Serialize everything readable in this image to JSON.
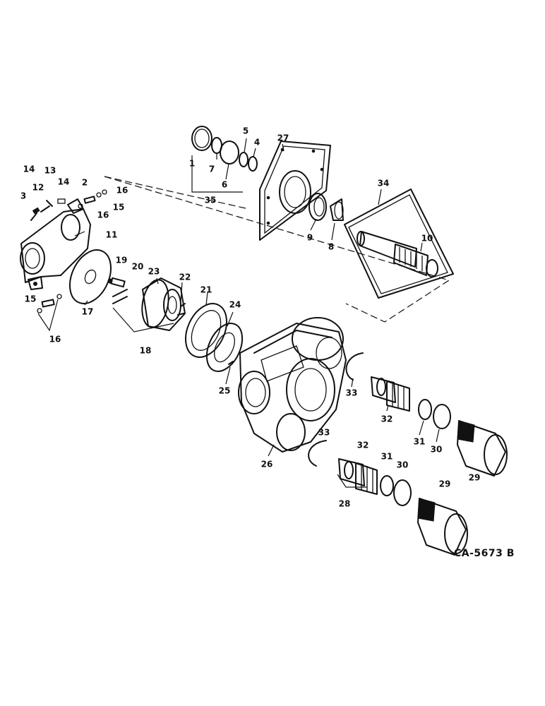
{
  "drawing_code": "CA-5673 B",
  "callouts": [
    {
      "id": "c1",
      "text": "1"
    },
    {
      "id": "c7",
      "text": "7"
    },
    {
      "id": "c6",
      "text": "6"
    },
    {
      "id": "c5",
      "text": "5"
    },
    {
      "id": "c4",
      "text": "4"
    },
    {
      "id": "c35",
      "text": "35"
    },
    {
      "id": "c27",
      "text": "27"
    },
    {
      "id": "c9",
      "text": "9"
    },
    {
      "id": "c8",
      "text": "8"
    },
    {
      "id": "c34",
      "text": "34"
    },
    {
      "id": "c10",
      "text": "10"
    },
    {
      "id": "c14a",
      "text": "14"
    },
    {
      "id": "c13",
      "text": "13"
    },
    {
      "id": "c14b",
      "text": "14"
    },
    {
      "id": "c2",
      "text": "2"
    },
    {
      "id": "c12",
      "text": "12"
    },
    {
      "id": "c3",
      "text": "3"
    },
    {
      "id": "c16a",
      "text": "16"
    },
    {
      "id": "c15a",
      "text": "15"
    },
    {
      "id": "c16b",
      "text": "16"
    },
    {
      "id": "c11",
      "text": "11"
    },
    {
      "id": "c15b",
      "text": "15"
    },
    {
      "id": "c16c",
      "text": "16"
    },
    {
      "id": "c17",
      "text": "17"
    },
    {
      "id": "c19",
      "text": "19"
    },
    {
      "id": "c20",
      "text": "20"
    },
    {
      "id": "c23",
      "text": "23"
    },
    {
      "id": "c22",
      "text": "22"
    },
    {
      "id": "c21",
      "text": "21"
    },
    {
      "id": "c24",
      "text": "24"
    },
    {
      "id": "c18",
      "text": "18"
    },
    {
      "id": "c25",
      "text": "25"
    },
    {
      "id": "c33a",
      "text": "33"
    },
    {
      "id": "c32a",
      "text": "32"
    },
    {
      "id": "c31a",
      "text": "31"
    },
    {
      "id": "c30a",
      "text": "30"
    },
    {
      "id": "c29a",
      "text": "29"
    },
    {
      "id": "c26",
      "text": "26"
    },
    {
      "id": "c33b",
      "text": "33"
    },
    {
      "id": "c32b",
      "text": "32"
    },
    {
      "id": "c31b",
      "text": "31"
    },
    {
      "id": "c30b",
      "text": "30"
    },
    {
      "id": "c29b",
      "text": "29"
    },
    {
      "id": "c28",
      "text": "28"
    }
  ]
}
